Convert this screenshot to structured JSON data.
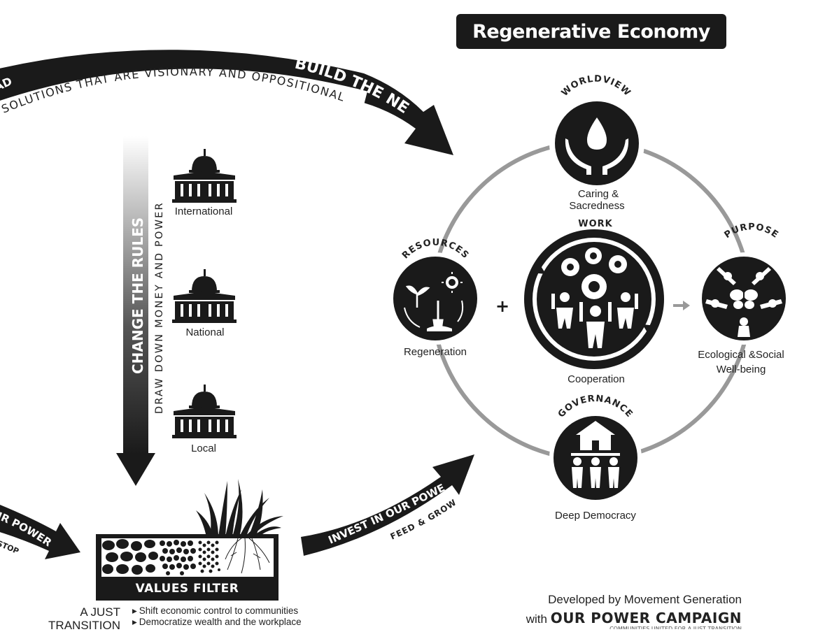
{
  "title": "Regenerative Economy",
  "arrows": {
    "build_new": "BUILD THE NEW",
    "build_new_sub": "SOLUTIONS THAT ARE VISIONARY AND OPPOSITIONAL",
    "stop_bad_fragment": "E BAD",
    "change_rules": "CHANGE THE RULES",
    "draw_down": "DRAW DOWN MONEY AND POWER",
    "invest": "INVEST IN OUR POWER",
    "feed_grow": "FEED & GROW",
    "left_power_fragment": "IR POWER",
    "left_stop_fragment": "STOP"
  },
  "levels": [
    "International",
    "National",
    "Local"
  ],
  "values_filter": "VALUES FILTER",
  "just_transition": {
    "title_line1": "A JUST",
    "title_line2": "TRANSITION",
    "items": [
      "Shift economic control to communities",
      "Democratize wealth and the workplace"
    ]
  },
  "economy": {
    "worldview": {
      "heading": "WORLDVIEW",
      "caption_line1": "Caring &",
      "caption_line2": "Sacredness",
      "icon": "hands-water-drop-icon"
    },
    "work": {
      "heading": "WORK",
      "caption": "Cooperation",
      "icon": "gears-people-icon"
    },
    "resources": {
      "heading": "RESOURCES",
      "caption": "Regeneration",
      "icon": "plant-sun-shovel-icon"
    },
    "purpose": {
      "heading": "PURPOSE",
      "caption_line1": "Ecological &Social",
      "caption_line2": "Well-being",
      "icon": "people-butterfly-icon"
    },
    "governance": {
      "heading": "GOVERNANCE",
      "caption": "Deep Democracy",
      "icon": "people-lifting-house-icon"
    },
    "plus": "+"
  },
  "credits": {
    "line1": "Developed by Movement Generation",
    "with": "with",
    "campaign": "OUR POWER CAMPAIGN",
    "footnote": "COMMUNITIES UNITED FOR A JUST TRANSITION"
  },
  "colors": {
    "dark": "#1a1a1a",
    "ring": "#999999",
    "arrow_gradient_top": "#ffffff"
  }
}
